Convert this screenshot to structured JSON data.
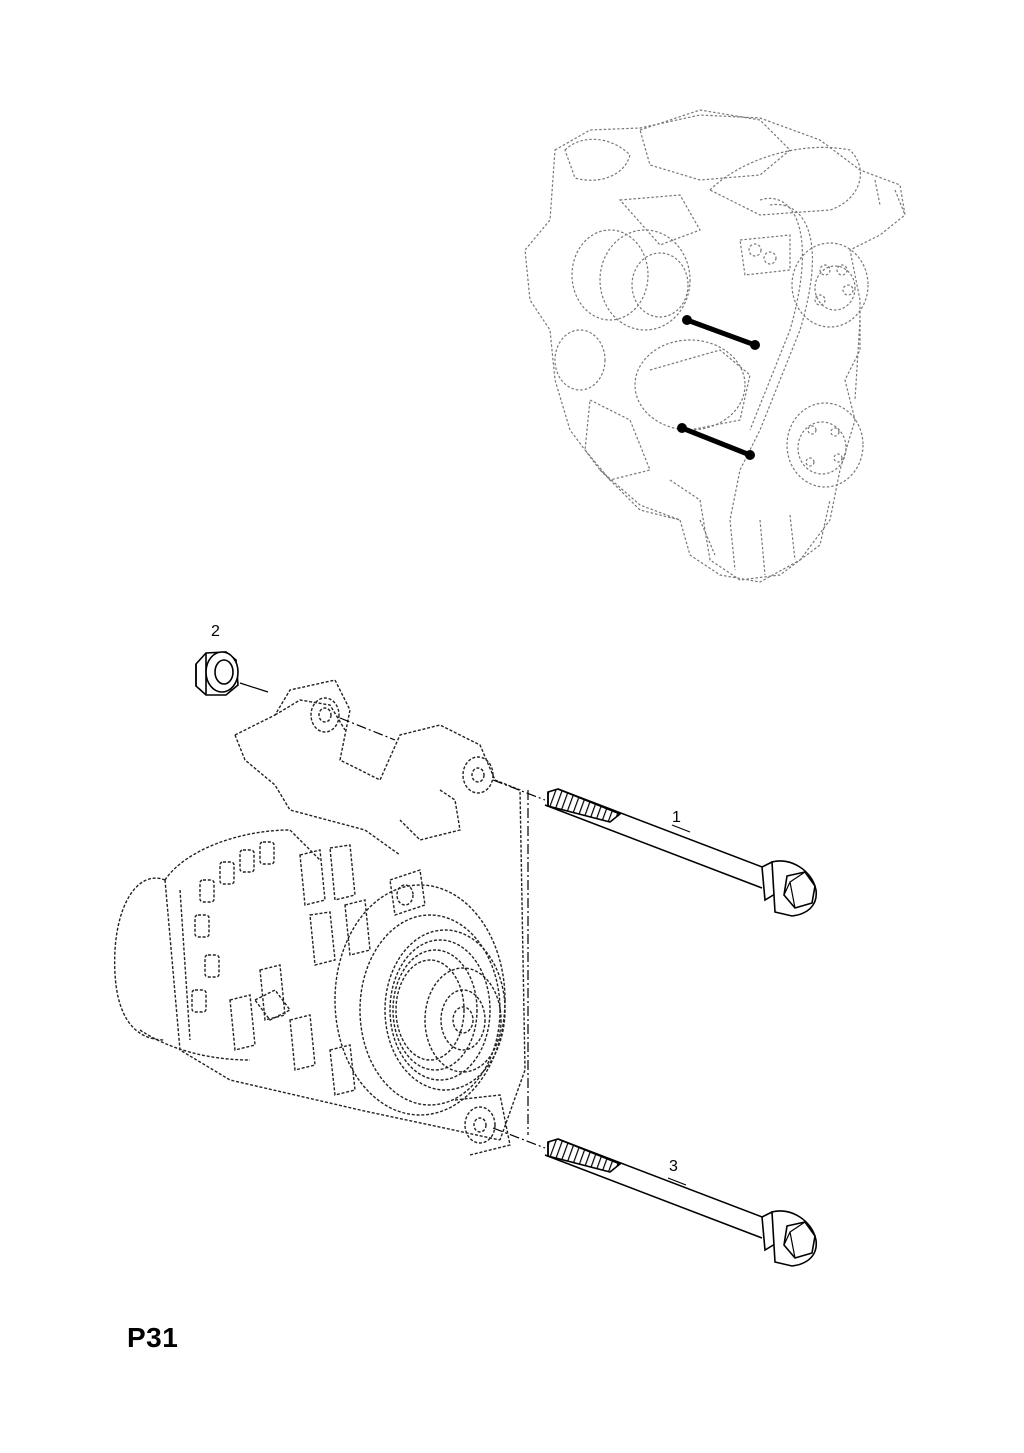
{
  "diagram": {
    "page_code": "P31",
    "callouts": [
      {
        "id": "1",
        "label": "1"
      },
      {
        "id": "2",
        "label": "2"
      },
      {
        "id": "3",
        "label": "3"
      }
    ]
  }
}
